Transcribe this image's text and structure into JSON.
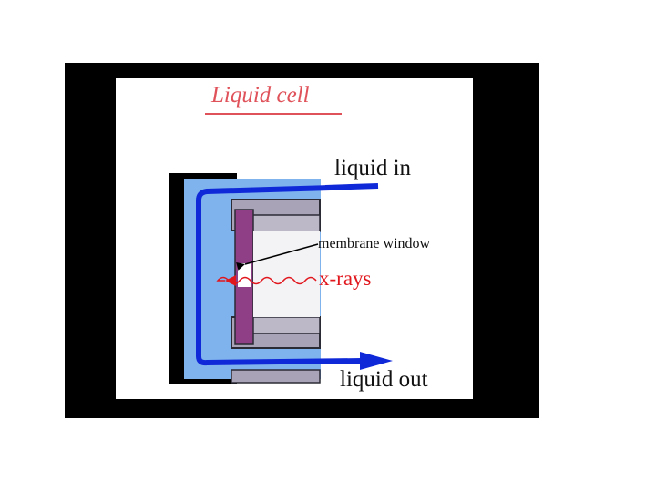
{
  "diagram": {
    "title": "Liquid cell",
    "labels": {
      "liquid_in": "liquid in",
      "membrane_window": "membrane window",
      "x_rays": "x-rays",
      "liquid_out": "liquid out"
    },
    "colors": {
      "frame": "#000000",
      "liquid": "#7fb3ee",
      "flow_arrow": "#1029d8",
      "xray": "#e1171e",
      "membrane": "#8e3f86",
      "cell_body": "#a8a3b6",
      "title": "#e0525a"
    }
  }
}
